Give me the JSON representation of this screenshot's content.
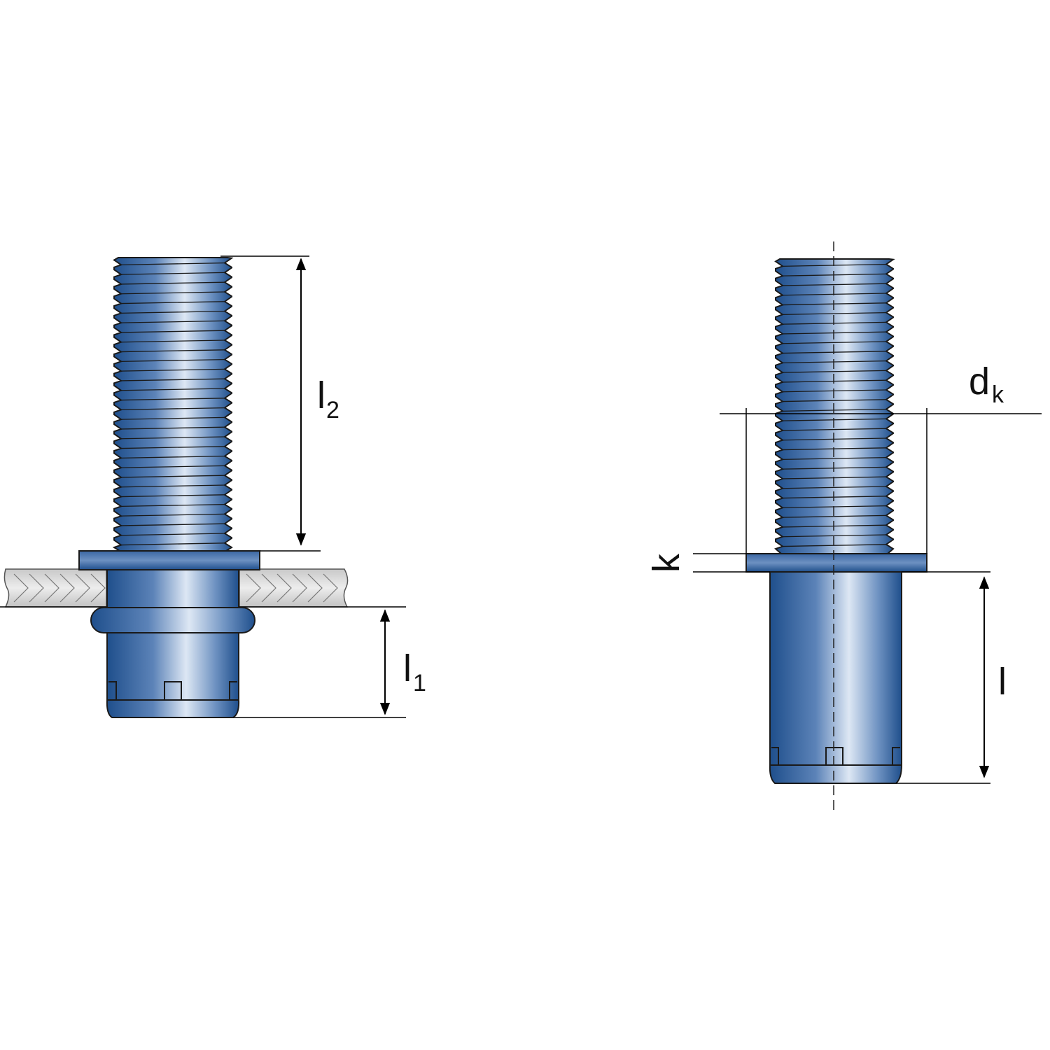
{
  "labels": {
    "l2": {
      "main": "l",
      "sub": "2"
    },
    "l1": {
      "main": "l",
      "sub": "1"
    },
    "dk": {
      "main": "d",
      "sub": "k"
    },
    "k": "k",
    "l": "l"
  },
  "colors": {
    "steel_dark": "#1f4f8c",
    "steel_mid": "#4f79b0",
    "steel_light": "#dbe6f3",
    "outline": "#1a1a1a",
    "plate": "#d0d0d0",
    "dimension": "#000000"
  }
}
